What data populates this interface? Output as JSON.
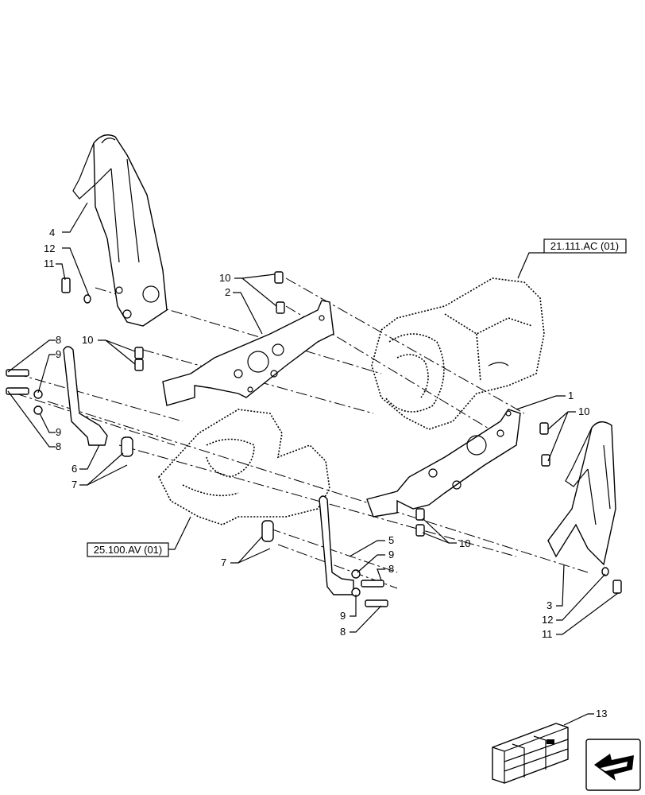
{
  "references": {
    "ref_upper": "21.111.AC (01)",
    "ref_lower": "25.100.AV (01)"
  },
  "callouts": {
    "c1": "1",
    "c2": "2",
    "c3": "3",
    "c4": "4",
    "c5": "5",
    "c6": "6",
    "c7a": "7",
    "c7b": "7",
    "c8a": "8",
    "c8b": "8",
    "c8c": "8",
    "c8d": "8",
    "c9a": "9",
    "c9b": "9",
    "c9c": "9",
    "c9d": "9",
    "c10a": "10",
    "c10b": "10",
    "c10c": "10",
    "c10d": "10",
    "c11a": "11",
    "c11b": "11",
    "c12a": "12",
    "c12b": "12",
    "c13": "13"
  }
}
